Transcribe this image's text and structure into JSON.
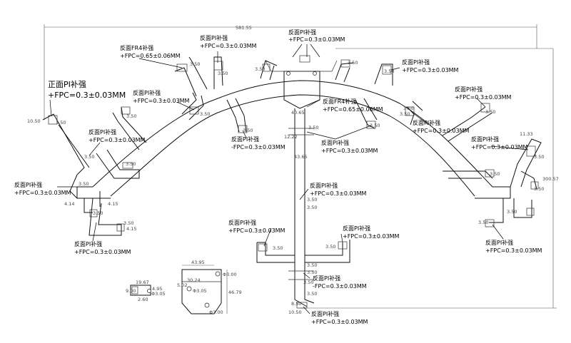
{
  "overall": {
    "width": "581.55",
    "height": "300.57"
  },
  "annotations": [
    {
      "line1": "反面PI补强",
      "line2": "+FPC=0.3±0.03MM"
    },
    {
      "line1": "反面PI补强",
      "line2": "+FPC=0.3±0.03MM"
    },
    {
      "line1": "反面FR4补强",
      "line2": "+FPC=0.65±0.06MM"
    },
    {
      "line1": "正面PI补强",
      "line2": "+FPC=0.3±0.03MM"
    },
    {
      "line1": "反面PI补强",
      "line2": "+FPC=0.3±0.03MM"
    },
    {
      "line1": "反面PI补强",
      "line2": "+FPC=0.3±0.03MM"
    },
    {
      "line1": "反面PI补强",
      "line2": "+FPC=0.3±0.03MM"
    },
    {
      "line1": "反面PI补强",
      "line2": "+FPC=0.3±0.03MM"
    },
    {
      "line1": "反面PI补强",
      "line2": "-FPC=0.3±0.03MM"
    },
    {
      "line1": "反面FR4补强",
      "line2": "+FPC=0.65±0.06MM"
    },
    {
      "line1": "反面PI补强",
      "line2": "+FPC=0.3±0.03MM"
    },
    {
      "line1": "反面PI补强",
      "line2": "+FPC=0.3±0.03MM"
    },
    {
      "line1": "反面PI补强",
      "line2": "+FPC=0.3±0.03MM"
    },
    {
      "line1": "反面PI补强",
      "line2": "+FPC=0.3±0.03MM"
    },
    {
      "line1": "反面PI补强",
      "line2": "+FPC=0.3±0.03MM"
    },
    {
      "line1": "反面PI补强",
      "line2": "+FPC=0.3±0.03MM"
    },
    {
      "line1": "反面PI补强",
      "line2": "+FPC=0.3±0.03MM"
    },
    {
      "line1": "反面PI补强",
      "line2": "+FPC=0.3±0.03MM"
    },
    {
      "line1": "反面PI补强",
      "line2": "+FPC=0.3±0.03MM"
    },
    {
      "line1": "反面PI补强",
      "line2": "-FPC=0.3±0.03MM"
    },
    {
      "line1": "反面PI补强",
      "line2": "+FPC=0.3±0.03MM"
    }
  ],
  "dimensions": [
    "3.50",
    "3.50",
    "3.50",
    "3.50",
    "3.50",
    "3.50",
    "3.50",
    "3.50",
    "10.50",
    "3.50",
    "3.50",
    "3.50",
    "3.50",
    "4.14",
    "4.15",
    "3.50",
    "4.15",
    "3.50",
    "43.65",
    "40.65",
    "12.22",
    "3.50",
    "3.50",
    "3.50",
    "3.50",
    "3.50",
    "3.50",
    "3.50",
    "3.50",
    "3.50",
    "3.50",
    "3.50",
    "8.50",
    "3.50",
    "10.50",
    "11.33",
    "3.50",
    "3.50",
    "3.50",
    "3.50",
    "3.50",
    "3.50"
  ],
  "detail_a": {
    "width": "43.95",
    "height": "46.79",
    "d1": "30.24",
    "d2": "5.02",
    "holes": [
      "Φ3.05",
      "Φ3.00",
      "Φ3.00"
    ]
  },
  "detail_b": {
    "d1": "19.67",
    "d2": "4.95",
    "d3": "2.60",
    "d4": "9.00",
    "hole": "Φ3.05"
  }
}
